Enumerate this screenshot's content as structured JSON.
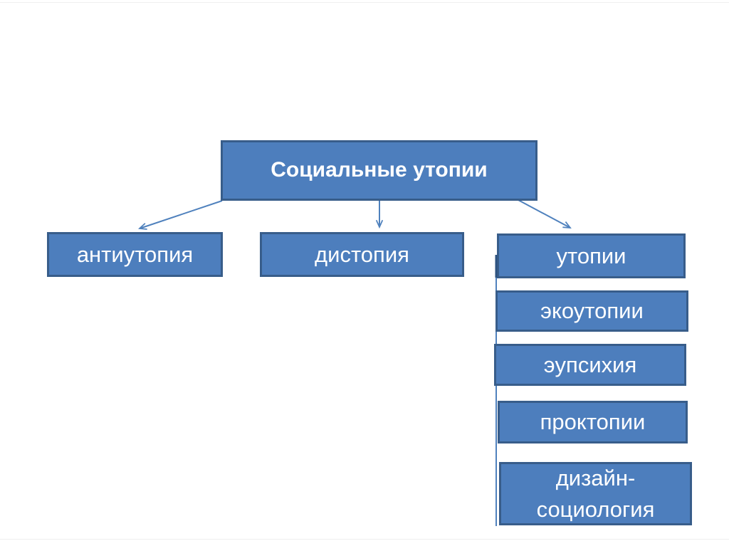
{
  "diagram": {
    "root": {
      "label": "Социальные утопии"
    },
    "children": [
      {
        "label": "антиутопия"
      },
      {
        "label": "дистопия"
      },
      {
        "label": "утопии"
      }
    ],
    "utopia_subtypes": [
      {
        "label": "экоутопии"
      },
      {
        "label": "эупсихия"
      },
      {
        "label": "проктопии"
      },
      {
        "line1": "дизайн-",
        "line2": "социология"
      }
    ],
    "colors": {
      "box_fill": "#4d7ebd",
      "box_border": "#385d8a",
      "connector": "#4f81bd",
      "connector_dark": "#2e5380",
      "text": "#ffffff",
      "background": "#ffffff"
    }
  }
}
